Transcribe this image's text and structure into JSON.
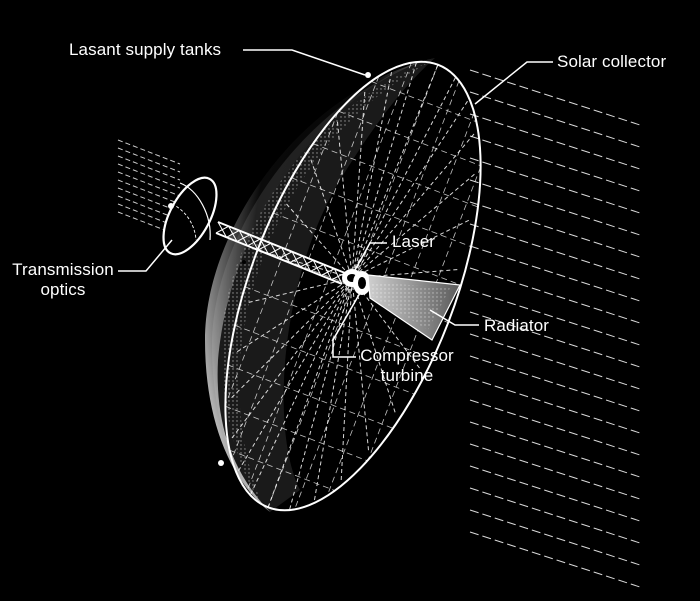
{
  "labels": {
    "lasant_tanks": "Lasant supply tanks",
    "solar_collector": "Solar collector",
    "transmission_line1": "Transmission",
    "transmission_line2": "optics",
    "laser": "Laser",
    "radiator": "Radiator",
    "compressor_line1": "Compressor",
    "compressor_line2": "turbine"
  },
  "colors": {
    "background": "#000000",
    "lines": "#ffffff"
  }
}
